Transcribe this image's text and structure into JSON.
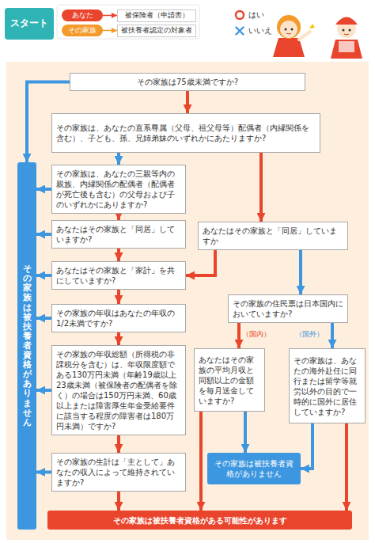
{
  "diagram": {
    "nodes": [
      {
        "text": [
          "スタート"
        ]
      },
      {
        "text": [
          "あなた"
        ]
      },
      {
        "text": [
          "被保険者（申請書）"
        ]
      },
      {
        "text": [
          "その家族"
        ]
      },
      {
        "text": [
          "被扶養者認定の対象者"
        ]
      },
      {
        "text": [
          "その家族は75歳未満ですか?"
        ]
      },
      {
        "text": [
          "その家族は、あなたの直系尊属（父母、祖父母等）配偶者（内縁関係を含む）、子ども、孫、兄姉弟妹のいずれかにあたりますか?"
        ]
      },
      {
        "text": [
          "その家族は、あなたの三親等内の親族、内縁関係の配偶者（配偶者が死亡後も含む）の父母および子のいずれかにありますか?"
        ]
      },
      {
        "text": [
          "あなたはその家族と「同居」していますか?"
        ]
      },
      {
        "text": [
          "あなたはその家族と「同居」していますか"
        ]
      },
      {
        "text": [
          "あなたはその家族と「家計」を共にしていますか?"
        ]
      },
      {
        "text": [
          "その家族の住民票は日本国内においていますか?"
        ]
      },
      {
        "text": [
          "その家族の年収はあなたの年収の1/2未満ですか?"
        ]
      },
      {
        "text": [
          "その家族の年収総額（所得税の非課税分を含む）は、年収限度額である130万円未満（年齢19歳以上23歳未満（被保険者の配偶者を除く）の場合は150万円未満、60歳以上または障害厚生年金受給要件に該当する程度の障害者は180万円未満）ですか?"
        ]
      },
      {
        "text": [
          "あなたはその家族の平均月収と同額以上の金額を毎月送金していますか?"
        ]
      },
      {
        "text": [
          "その家族は、あなたの海外赴任に同行または留学等就労以外の目的で一時的に国外に居住していますか?"
        ]
      },
      {
        "text": [
          "その家族の生計は「主として」あなたの収入によって維持されていますか?"
        ]
      },
      {
        "text": [
          "その家族は被扶養者資格がありません"
        ]
      },
      {
        "text": [
          "その家族は被扶養者資格がある可能性があります"
        ]
      },
      {
        "text": [
          "その家族は被扶養者資格がありません"
        ]
      }
    ],
    "edges": [
      {
        "from": 1,
        "to": 2,
        "arrow": "to"
      },
      {
        "from": 3,
        "to": 4,
        "arrow": "to"
      },
      {
        "from": 5,
        "to": 6,
        "arrow": "to"
      },
      {
        "from": 5,
        "to": 19,
        "arrow": "to"
      },
      {
        "from": 6,
        "to": 7,
        "arrow": "to"
      },
      {
        "from": 6,
        "to": 9,
        "arrow": "to"
      },
      {
        "from": 7,
        "to": 8,
        "arrow": "to"
      },
      {
        "from": 7,
        "to": 19,
        "arrow": "to"
      },
      {
        "from": 8,
        "to": 10,
        "arrow": "to"
      },
      {
        "from": 8,
        "to": 19,
        "arrow": "to"
      },
      {
        "from": 9,
        "to": 10,
        "arrow": "to"
      },
      {
        "from": 9,
        "to": 11,
        "arrow": "to"
      },
      {
        "from": 10,
        "to": 12,
        "arrow": "to"
      },
      {
        "from": 10,
        "to": 19,
        "arrow": "to"
      },
      {
        "from": 11,
        "to": 14,
        "label": "（国内）",
        "arrow": "to"
      },
      {
        "from": 11,
        "to": 15,
        "label": "（国外）",
        "arrow": "to"
      },
      {
        "from": 12,
        "to": 13,
        "arrow": "to"
      },
      {
        "from": 12,
        "to": 19,
        "arrow": "to"
      },
      {
        "from": 13,
        "to": 16,
        "arrow": "to"
      },
      {
        "from": 13,
        "to": 19,
        "arrow": "to"
      },
      {
        "from": 14,
        "to": 17,
        "arrow": "to"
      },
      {
        "from": 14,
        "to": 18,
        "arrow": "to"
      },
      {
        "from": 15,
        "to": 17,
        "arrow": "to"
      },
      {
        "from": 15,
        "to": 18,
        "arrow": "to"
      },
      {
        "from": 16,
        "to": 18,
        "arrow": "to"
      },
      {
        "from": 16,
        "to": 19,
        "arrow": "to"
      }
    ],
    "legend": [
      {
        "text": "はい",
        "color": "#e8452c"
      },
      {
        "text": "いいえ",
        "color": "#3d97e0"
      }
    ]
  }
}
